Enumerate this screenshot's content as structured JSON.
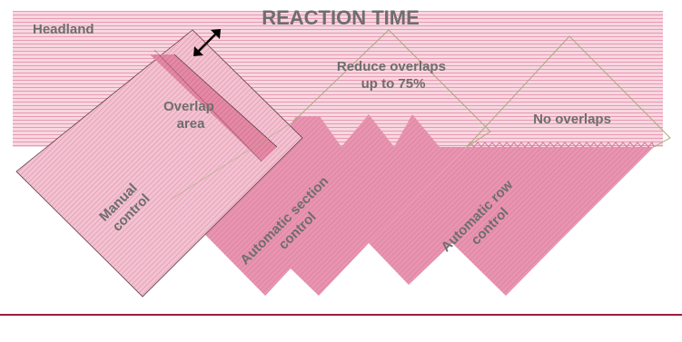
{
  "title": "REACTION TIME",
  "labels": {
    "headland": "Headland",
    "overlap_area": [
      "Overlap",
      "area"
    ],
    "reduce_overlaps": [
      "Reduce overlaps",
      "up to 75%"
    ],
    "no_overlaps": "No overlaps",
    "manual_control": [
      "Manual",
      "control"
    ],
    "automatic_section_control": [
      "Automatic section",
      "control"
    ],
    "automatic_row_control": [
      "Automatic row",
      "control"
    ]
  },
  "colors": {
    "headland_fill": "#f7d7e1",
    "headland_stripe": "#e58aa6",
    "manual_fill": "#f3c3d3",
    "overlap_fill": "#e597b3",
    "section_fill": "#e895b2",
    "stripe": "#c9607f",
    "outline_dark": "#5c3a44",
    "outline_olive": "#a9a97f",
    "text": "#6e6e6e",
    "arrow": "#000000",
    "bottom_rule": "#9b1d3c"
  },
  "icons": [
    "double-arrow-icon"
  ]
}
